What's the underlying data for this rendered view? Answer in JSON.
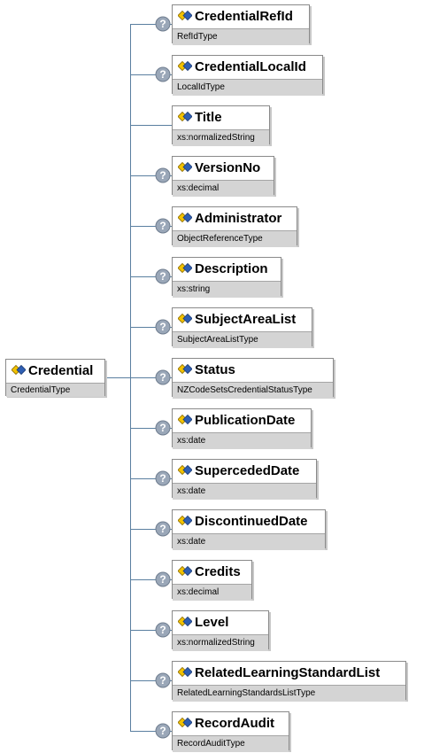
{
  "root": {
    "name": "Credential",
    "type": "CredentialType"
  },
  "children": [
    {
      "name": "CredentialRefId",
      "type": "RefIdType",
      "optional": true
    },
    {
      "name": "CredentialLocalId",
      "type": "LocalIdType",
      "optional": true
    },
    {
      "name": "Title",
      "type": "xs:normalizedString",
      "optional": false
    },
    {
      "name": "VersionNo",
      "type": "xs:decimal",
      "optional": true
    },
    {
      "name": "Administrator",
      "type": "ObjectReferenceType",
      "optional": true
    },
    {
      "name": "Description",
      "type": "xs:string",
      "optional": true
    },
    {
      "name": "SubjectAreaList",
      "type": "SubjectAreaListType",
      "optional": true
    },
    {
      "name": "Status",
      "type": "NZCodeSetsCredentialStatusType",
      "optional": true
    },
    {
      "name": "PublicationDate",
      "type": "xs:date",
      "optional": true
    },
    {
      "name": "SupercededDate",
      "type": "xs:date",
      "optional": true
    },
    {
      "name": "DiscontinuedDate",
      "type": "xs:date",
      "optional": true
    },
    {
      "name": "Credits",
      "type": "xs:decimal",
      "optional": true
    },
    {
      "name": "Level",
      "type": "xs:normalizedString",
      "optional": true
    },
    {
      "name": "RelatedLearningStandardList",
      "type": "RelatedLearningStandardsListType",
      "optional": true
    },
    {
      "name": "RecordAudit",
      "type": "RecordAuditType",
      "optional": true
    }
  ],
  "colors": {
    "connector": "#5a7fa0",
    "type_band": "#d4d4d4",
    "optional_icon": "#9aa7b8"
  },
  "icons": {
    "element": "element-icon",
    "optional": "optional-question-icon"
  }
}
